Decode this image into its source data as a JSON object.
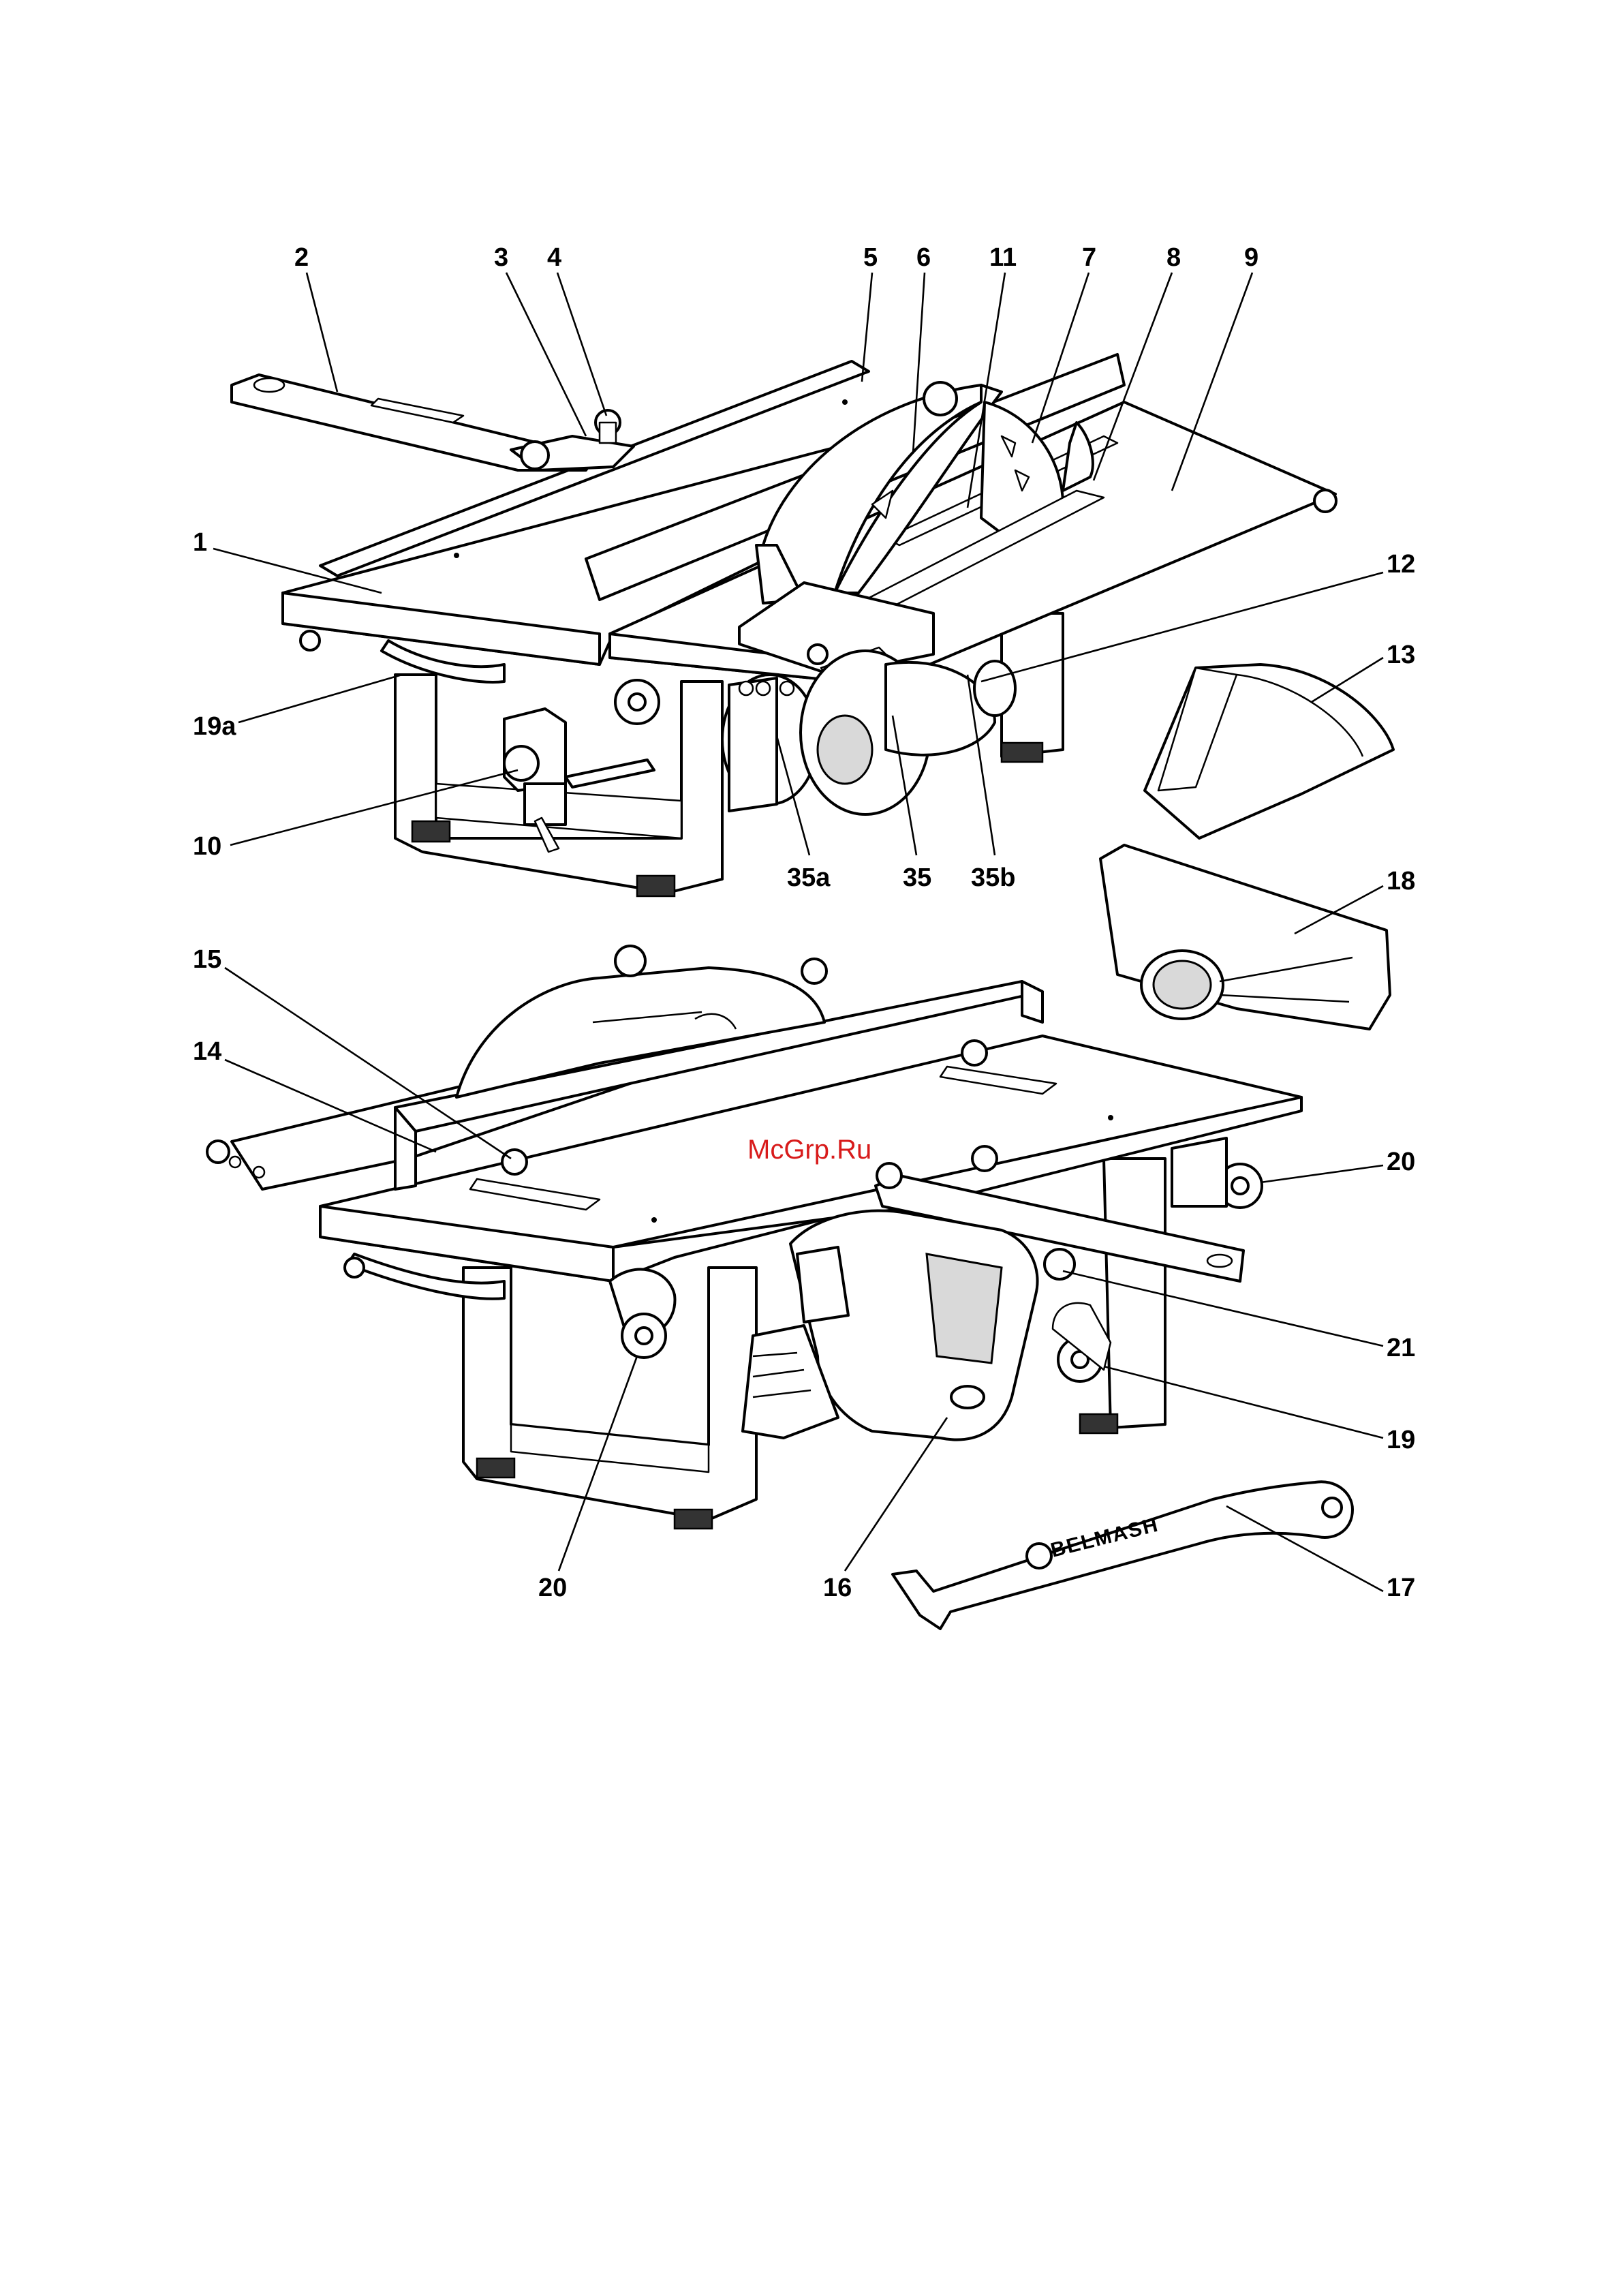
{
  "watermark": "McGrp.Ru",
  "brand_logo": "BELMASH",
  "colors": {
    "line": "#000000",
    "watermark": "#d81b1b",
    "background": "#ffffff"
  },
  "callouts": {
    "c1": "1",
    "c2": "2",
    "c3": "3",
    "c4": "4",
    "c5": "5",
    "c6": "6",
    "c7": "7",
    "c8": "8",
    "c9": "9",
    "c10": "10",
    "c11": "11",
    "c12": "12",
    "c13": "13",
    "c14": "14",
    "c15": "15",
    "c16": "16",
    "c17": "17",
    "c18": "18",
    "c19": "19",
    "c19a": "19a",
    "c20a": "20",
    "c20b": "20",
    "c21": "21",
    "c35": "35",
    "c35a": "35a",
    "c35b": "35b"
  }
}
